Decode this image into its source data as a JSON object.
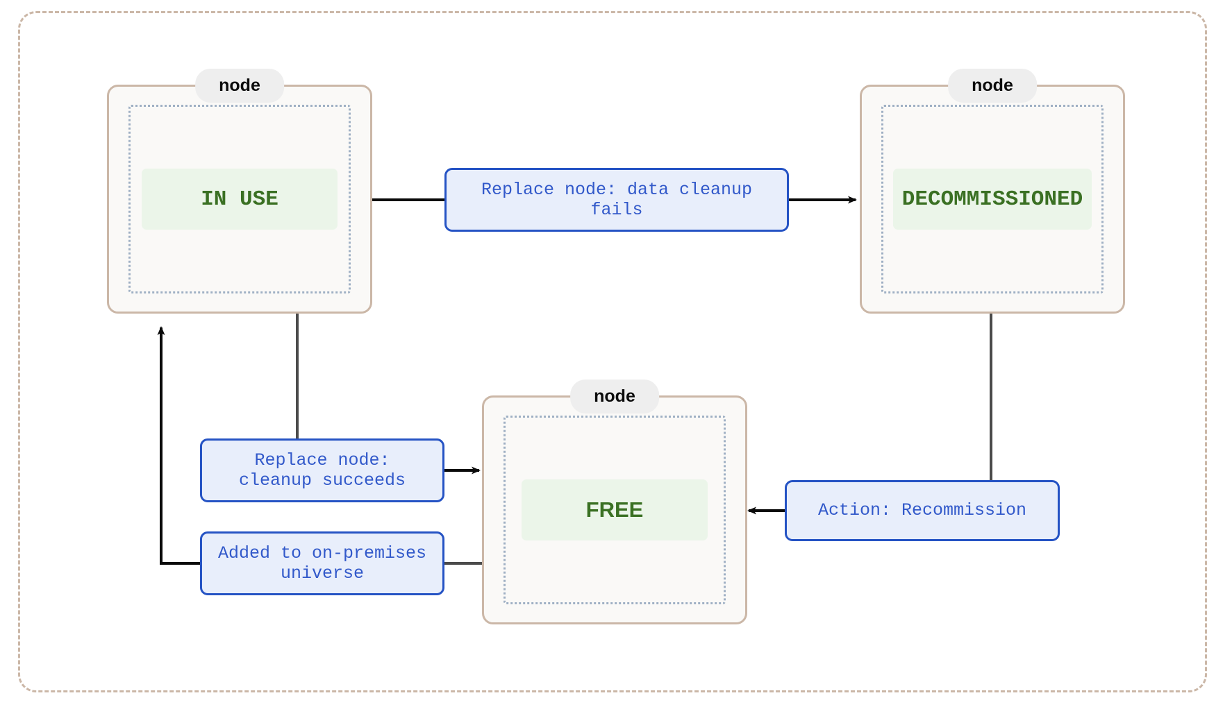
{
  "diagram": {
    "type": "state-machine",
    "frame_color": "#cbb7a7",
    "accent_color": "#2553c4",
    "state_text_color": "#3a7023",
    "cluster_bg": "#faf9f7",
    "label_bg": "#e8eefb",
    "clusters": [
      {
        "id": "cluster-in-use",
        "title": "node",
        "state": "IN USE",
        "font": "mono"
      },
      {
        "id": "cluster-decommissioned",
        "title": "node",
        "state": "DECOMMISSIONED",
        "font": "mono"
      },
      {
        "id": "cluster-free",
        "title": "node",
        "state": "FREE",
        "font": "sans"
      }
    ],
    "transitions": [
      {
        "id": "in-use-to-decommissioned",
        "label": "Replace node: data cleanup\nfails",
        "from": "IN USE",
        "to": "DECOMMISSIONED"
      },
      {
        "id": "in-use-to-free",
        "label": "Replace node:\ncleanup succeeds",
        "from": "IN USE",
        "to": "FREE"
      },
      {
        "id": "free-to-in-use",
        "label": "Added to on-premises\nuniverse",
        "from": "FREE",
        "to": "IN USE"
      },
      {
        "id": "decommissioned-to-free",
        "label": "Action: Recommission",
        "from": "DECOMMISSIONED",
        "to": "FREE"
      }
    ]
  }
}
